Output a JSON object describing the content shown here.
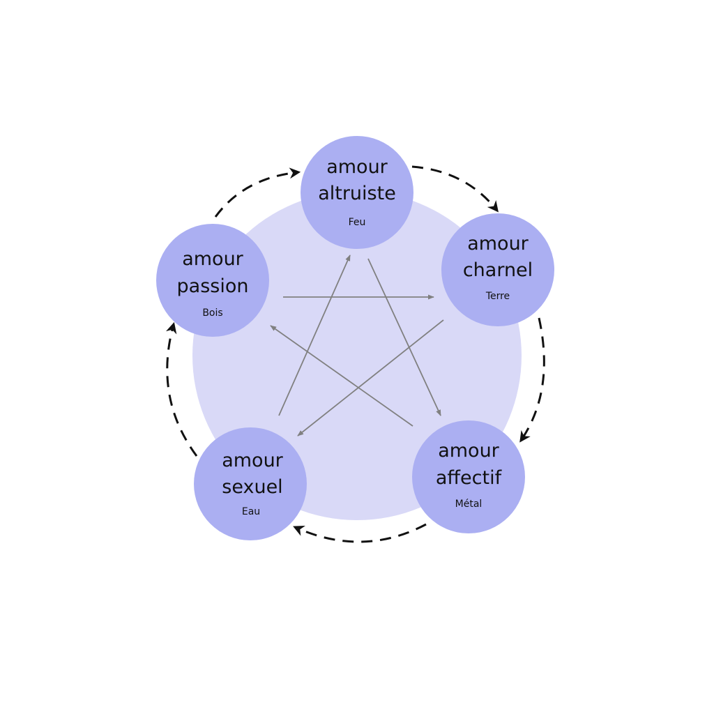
{
  "colors": {
    "background": "#ffffff",
    "inner_circle": "#d9d9f7",
    "node_fill": "#abaff2",
    "inner_arrow": "#808080",
    "outer_arrow": "#111111",
    "text": "#111111"
  },
  "nodes": [
    {
      "id": "altruiste",
      "line1": "amour",
      "line2": "altruiste",
      "element": "Feu"
    },
    {
      "id": "charnel",
      "line1": "amour",
      "line2": "charnel",
      "element": "Terre"
    },
    {
      "id": "affectif",
      "line1": "amour",
      "line2": "affectif",
      "element": "Métal"
    },
    {
      "id": "sexuel",
      "line1": "amour",
      "line2": "sexuel",
      "element": "Eau"
    },
    {
      "id": "passion",
      "line1": "amour",
      "line2": "passion",
      "element": "Bois"
    }
  ],
  "cycle_arrows": [
    {
      "from": "passion",
      "to": "altruiste",
      "style": "dashed"
    },
    {
      "from": "altruiste",
      "to": "charnel",
      "style": "dashed"
    },
    {
      "from": "charnel",
      "to": "affectif",
      "style": "dashed"
    },
    {
      "from": "affectif",
      "to": "sexuel",
      "style": "dashed"
    },
    {
      "from": "sexuel",
      "to": "passion",
      "style": "dashed"
    }
  ],
  "star_arrows": [
    {
      "from": "passion",
      "to": "charnel",
      "style": "solid"
    },
    {
      "from": "charnel",
      "to": "sexuel",
      "style": "solid"
    },
    {
      "from": "sexuel",
      "to": "altruiste",
      "style": "solid"
    },
    {
      "from": "altruiste",
      "to": "affectif",
      "style": "solid"
    },
    {
      "from": "affectif",
      "to": "passion",
      "style": "solid"
    }
  ]
}
